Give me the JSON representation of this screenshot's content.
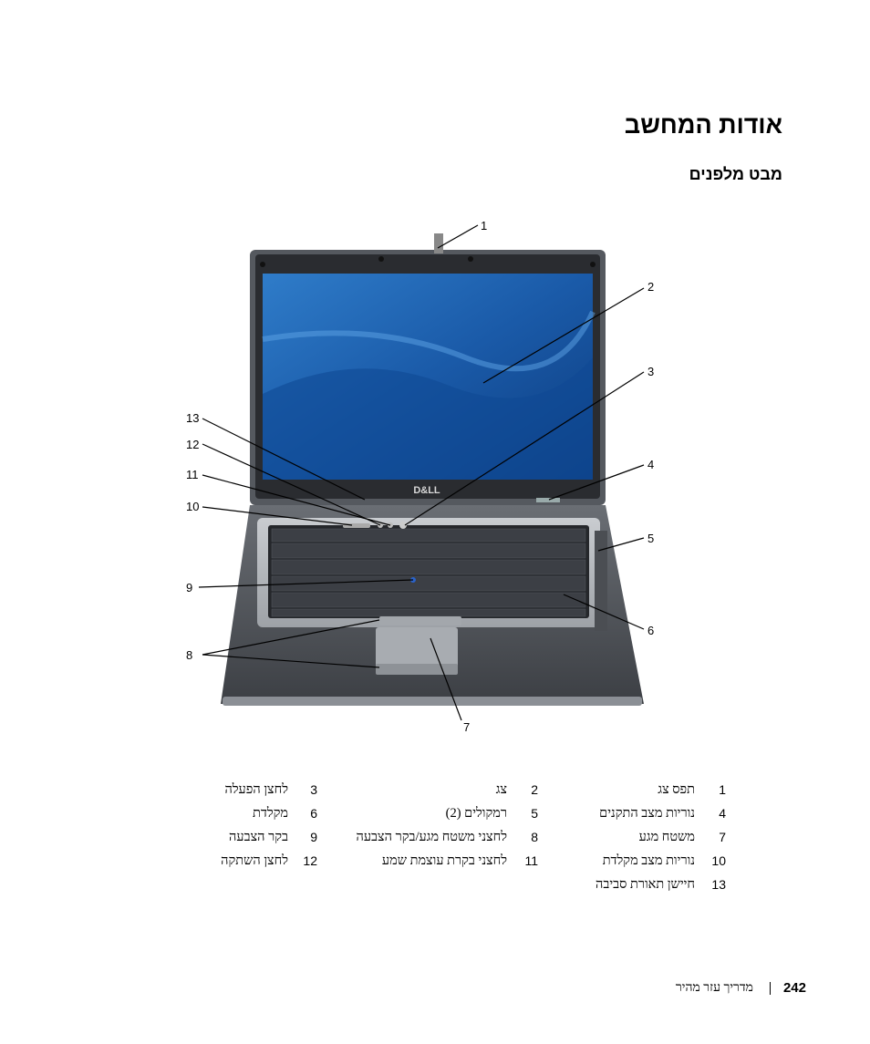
{
  "header": {
    "title": "אודות המחשב",
    "subtitle": "מבט מלפנים"
  },
  "figure": {
    "screen_logo": "D&LL",
    "callouts": [
      "1",
      "2",
      "3",
      "4",
      "5",
      "6",
      "7",
      "8",
      "9",
      "10",
      "11",
      "12",
      "13"
    ]
  },
  "legend": [
    {
      "num": "1",
      "text": "תפס צג"
    },
    {
      "num": "2",
      "text": "צג"
    },
    {
      "num": "3",
      "text": "לחצן הפעלה"
    },
    {
      "num": "4",
      "text": "נוריות מצב התקנים"
    },
    {
      "num": "5",
      "text": "רמקולים (2)"
    },
    {
      "num": "6",
      "text": "מקלדת"
    },
    {
      "num": "7",
      "text": "משטח מגע"
    },
    {
      "num": "8",
      "text": "לחצני משטח מגע/בקר הצבעה"
    },
    {
      "num": "9",
      "text": "בקר הצבעה"
    },
    {
      "num": "10",
      "text": "נוריות מצב מקלדת"
    },
    {
      "num": "11",
      "text": "לחצני בקרת עוצמת שמע"
    },
    {
      "num": "12",
      "text": "לחצן השתקה"
    },
    {
      "num": "13",
      "text": "חיישן תאורת סביבה"
    }
  ],
  "footer": {
    "page_number": "242",
    "book_title": "מדריך עזר מהיר"
  }
}
